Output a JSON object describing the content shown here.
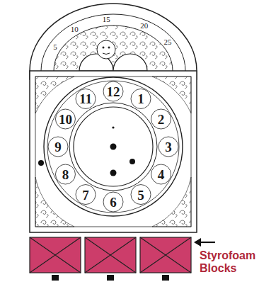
{
  "diagram": {
    "labels": [
      "5",
      "10",
      "15",
      "20",
      "25",
      "1",
      "2",
      "3",
      "4",
      "5",
      "6",
      "7",
      "8",
      "9",
      "10",
      "11",
      "12",
      "Styrofoam Blocks"
    ]
  }
}
